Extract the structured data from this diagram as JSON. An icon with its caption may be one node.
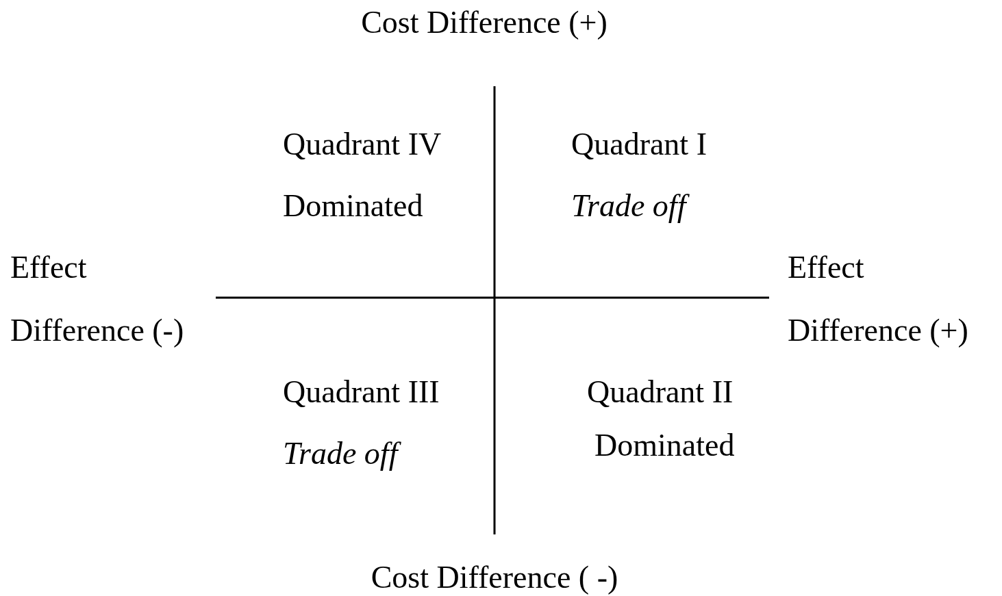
{
  "diagram": {
    "labels": [
      "Cost Difference (+)",
      "Quadrant IV",
      "Dominated",
      "Quadrant I",
      "Trade off",
      "Effect Difference (-)",
      "Effect Difference (+)",
      "Quadrant III",
      "Trade off",
      "Quadrant II",
      "Dominated",
      "Cost Difference ( -)"
    ]
  }
}
